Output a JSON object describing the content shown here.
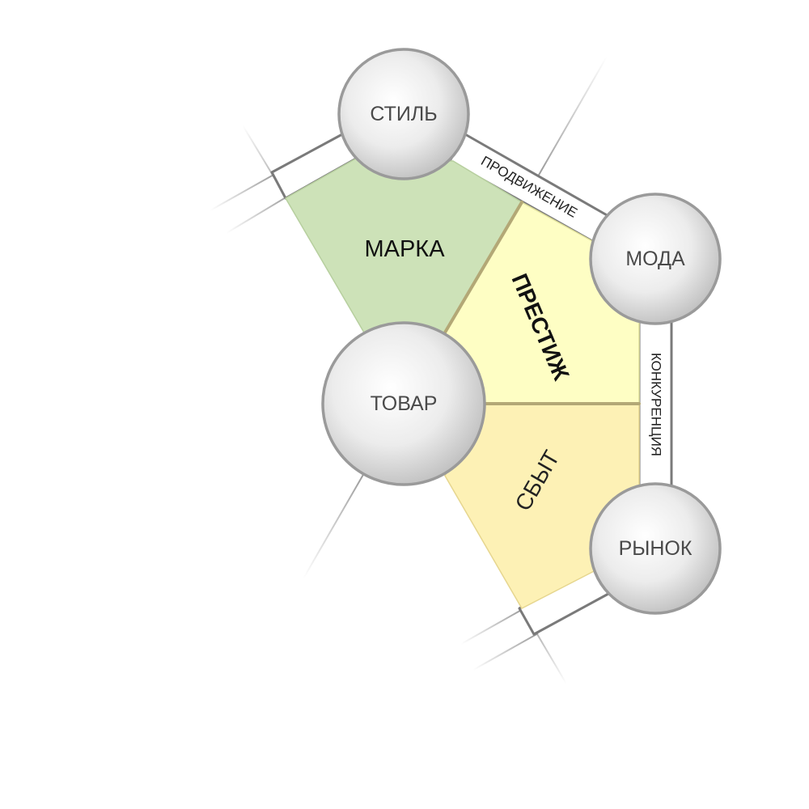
{
  "nodes": {
    "style": "СТИЛЬ",
    "fashion": "МОДА",
    "product": "ТОВАР",
    "market": "РЫНОК"
  },
  "regions": {
    "brand": "МАРКА",
    "prestige": "ПРЕСТИЖ",
    "sales": "СБЫТ"
  },
  "connectors": {
    "promotion": "ПРОДВИЖЕНИЕ",
    "competition": "КОНКУРЕНЦИЯ"
  },
  "colors": {
    "brand_fill": "#cde2b8",
    "prestige_fill": "#fefec4",
    "sales_fill": "#fdf1b5",
    "divider": "#b3a876",
    "circle_edge": "#9a9a9a",
    "text": "#4a4a4a"
  }
}
